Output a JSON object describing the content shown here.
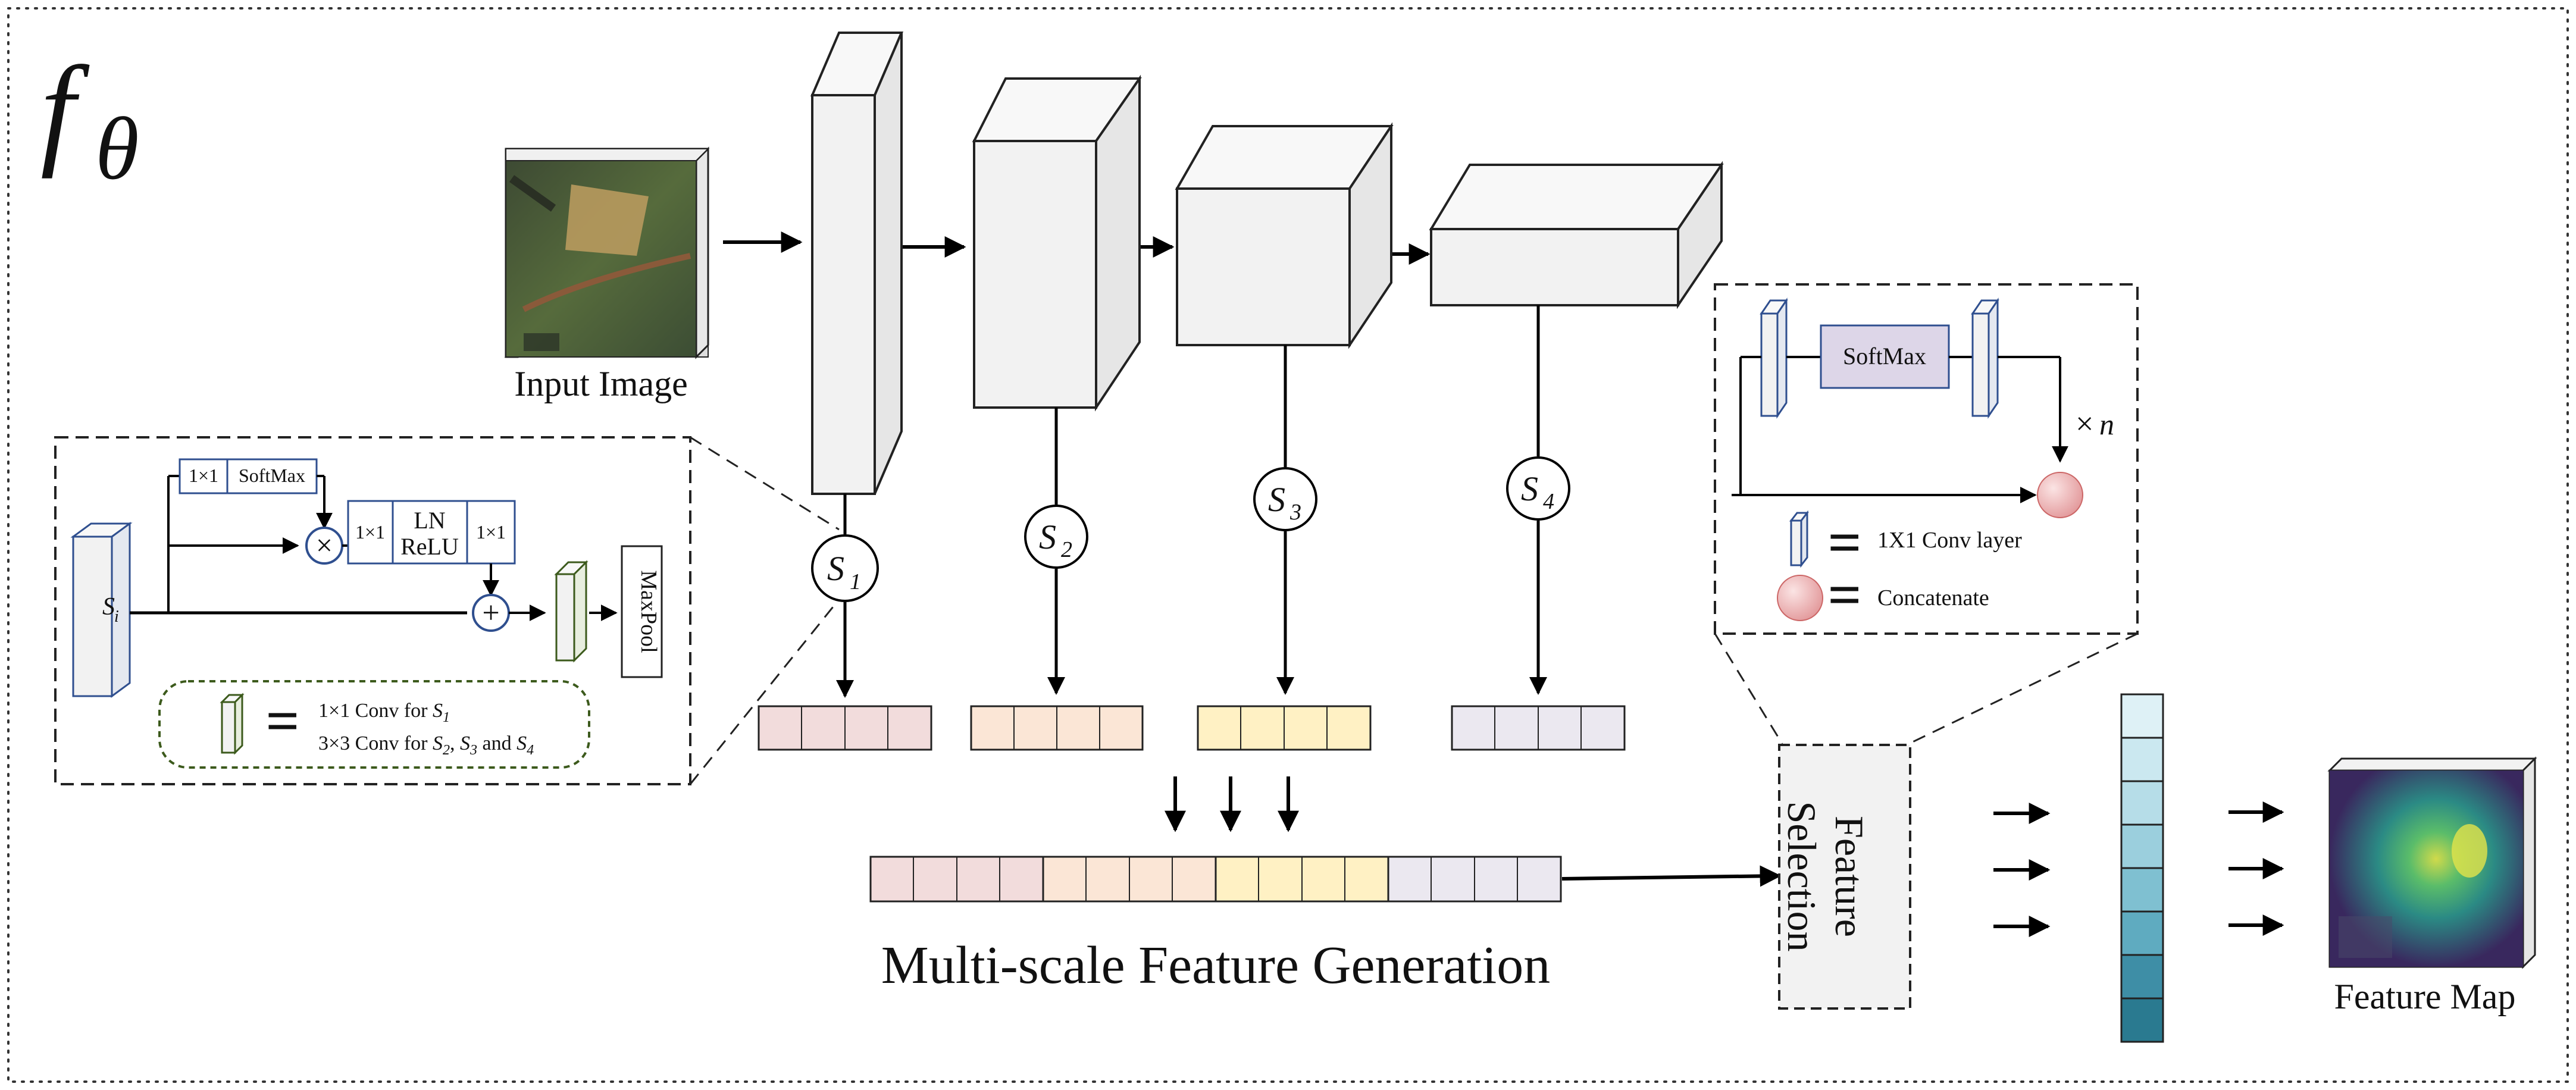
{
  "brand_symbol": {
    "base": "f",
    "sub": "θ"
  },
  "input_label": "Input Image",
  "stages": [
    {
      "sym": "S",
      "sub": "1"
    },
    {
      "sym": "S",
      "sub": "2"
    },
    {
      "sym": "S",
      "sub": "3"
    },
    {
      "sym": "S",
      "sub": "4"
    }
  ],
  "module": {
    "conv_1x1": "1×1",
    "softmax": "SoftMax",
    "ln": "LN",
    "relu": "ReLU",
    "input_sym": "S",
    "input_sub": "i",
    "multiply": "×",
    "add": "+",
    "maxpool": "MaxPool",
    "legend_eq": "=",
    "legend_line1_prefix": "1×1 Conv for ",
    "legend_line1_sym": "S",
    "legend_line1_sub": "1",
    "legend_line2_prefix": "3×3 Conv for ",
    "legend_line2_s2": "S",
    "legend_line2_s2sub": "2",
    "legend_line2_s3": "S",
    "legend_line2_s3sub": "3",
    "legend_line2_and": " and ",
    "legend_line2_s4": "S",
    "legend_line2_s4sub": "4"
  },
  "selection_block": {
    "softmax": "SoftMax",
    "repeat_x": "×",
    "repeat_n": "n",
    "legend_eq": "=",
    "legend_conv": "1X1 Conv layer",
    "legend_concat": "Concatenate"
  },
  "feature_selection_line1": "Feature",
  "feature_selection_line2": "Selection",
  "multi_scale_label": "Multi-scale Feature Generation",
  "feature_map_label": "Feature Map",
  "colors": {
    "s1": "#f2dcdc",
    "s2": "#fbe6d6",
    "s3": "#fff1c4",
    "s4": "#ebe8f0",
    "cube_front": "#f2f2f2",
    "cube_top": "#f8f8f8",
    "cube_side": "#e6e6e6",
    "softmax_fill": "#ddd6e8",
    "concat_fill": "#e8a9ab",
    "node_blue": "#2f4f8f",
    "green_dash": "#3c5a1c",
    "column": [
      "#def1f6",
      "#cbe8f0",
      "#b6dde8",
      "#9bcfdd",
      "#7fc0d1",
      "#5fabc0",
      "#3e8ea6",
      "#2a7a90"
    ]
  }
}
